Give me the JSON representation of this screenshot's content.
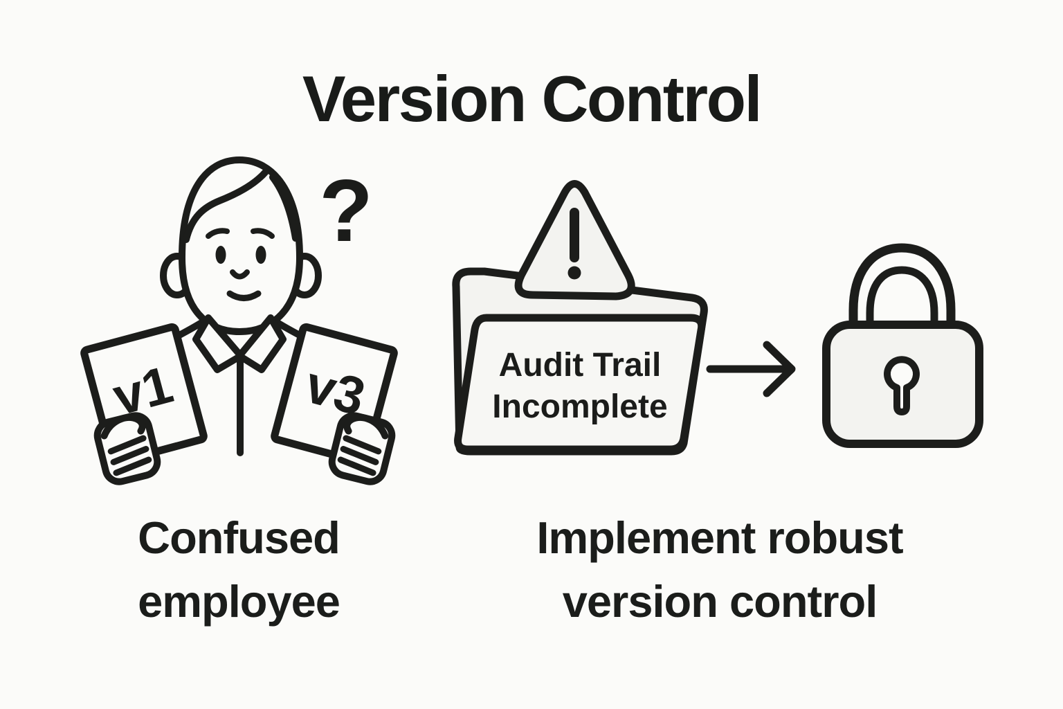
{
  "title": "Version Control",
  "confused_side": {
    "caption_lines": [
      "Confused",
      "employee"
    ],
    "paper_left_label": "v1",
    "paper_right_label": "v3",
    "question_mark": "?"
  },
  "warning_side": {
    "folder_label_lines": [
      "Audit Trail",
      "Incomplete"
    ],
    "caption_lines": [
      "Implement robust",
      "version control"
    ]
  },
  "colors": {
    "background": "#fbfbf9",
    "line": "#1c1d1b",
    "shape_fill": "#f3f3f0",
    "text": "#1b1c1a"
  }
}
